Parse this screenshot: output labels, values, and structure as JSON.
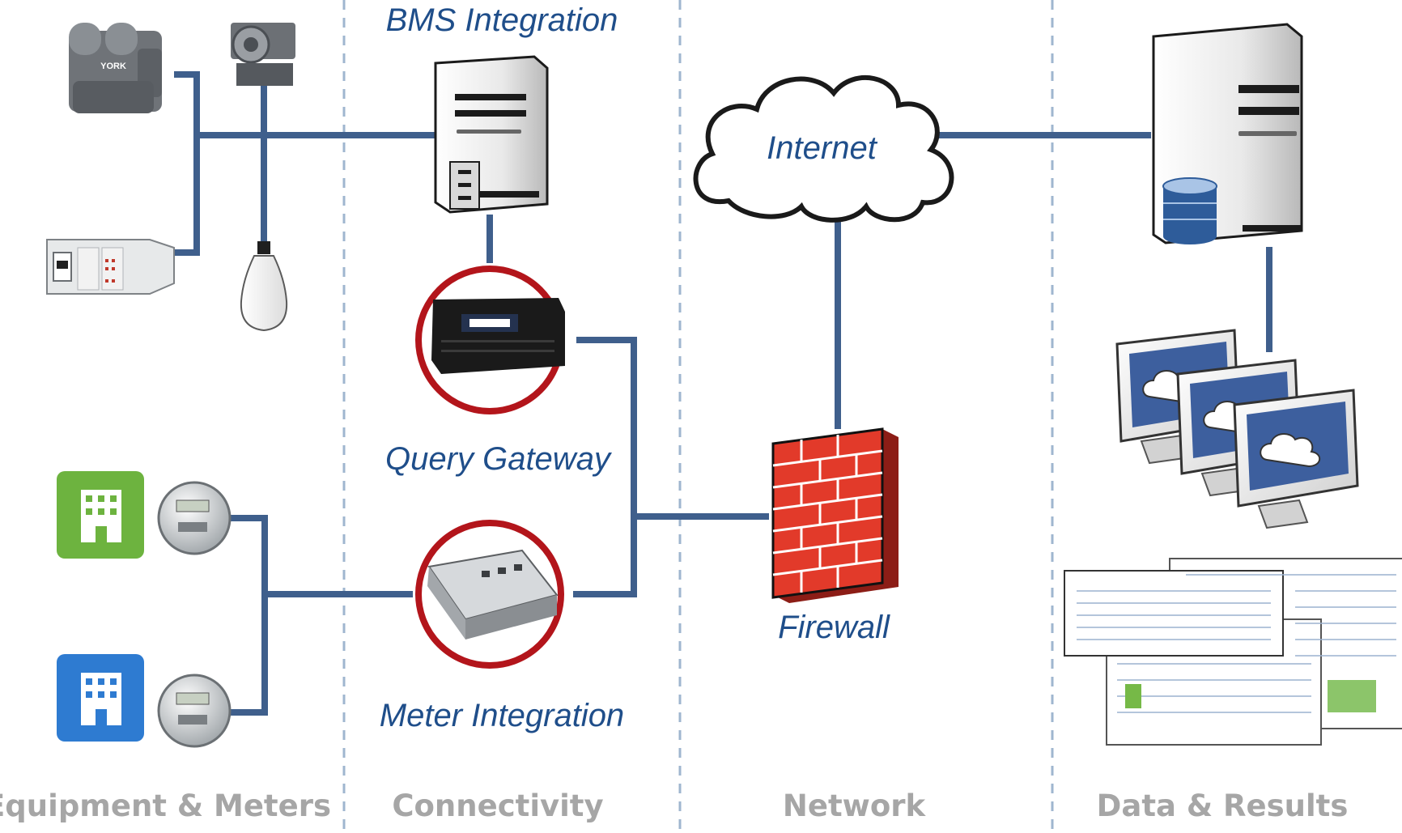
{
  "labels": {
    "bms_integration": "BMS Integration",
    "internet": "Internet",
    "query_gateway": "Query Gateway",
    "firewall": "Firewall",
    "meter_integration": "Meter Integration"
  },
  "columns": [
    "Equipment & Meters",
    "Connectivity",
    "Network",
    "Data & Results"
  ],
  "equipment": {
    "chiller_brand": "YORK"
  },
  "colors": {
    "connector": "#3f5f8c",
    "label_blue": "#1f4e8a",
    "column_gray": "#a6a6a6",
    "ring_red": "#b3151b",
    "brick_red": "#e23a2a",
    "building_green": "#6db33f",
    "building_blue": "#2e7bd1",
    "divider": "#9fb6cf"
  }
}
